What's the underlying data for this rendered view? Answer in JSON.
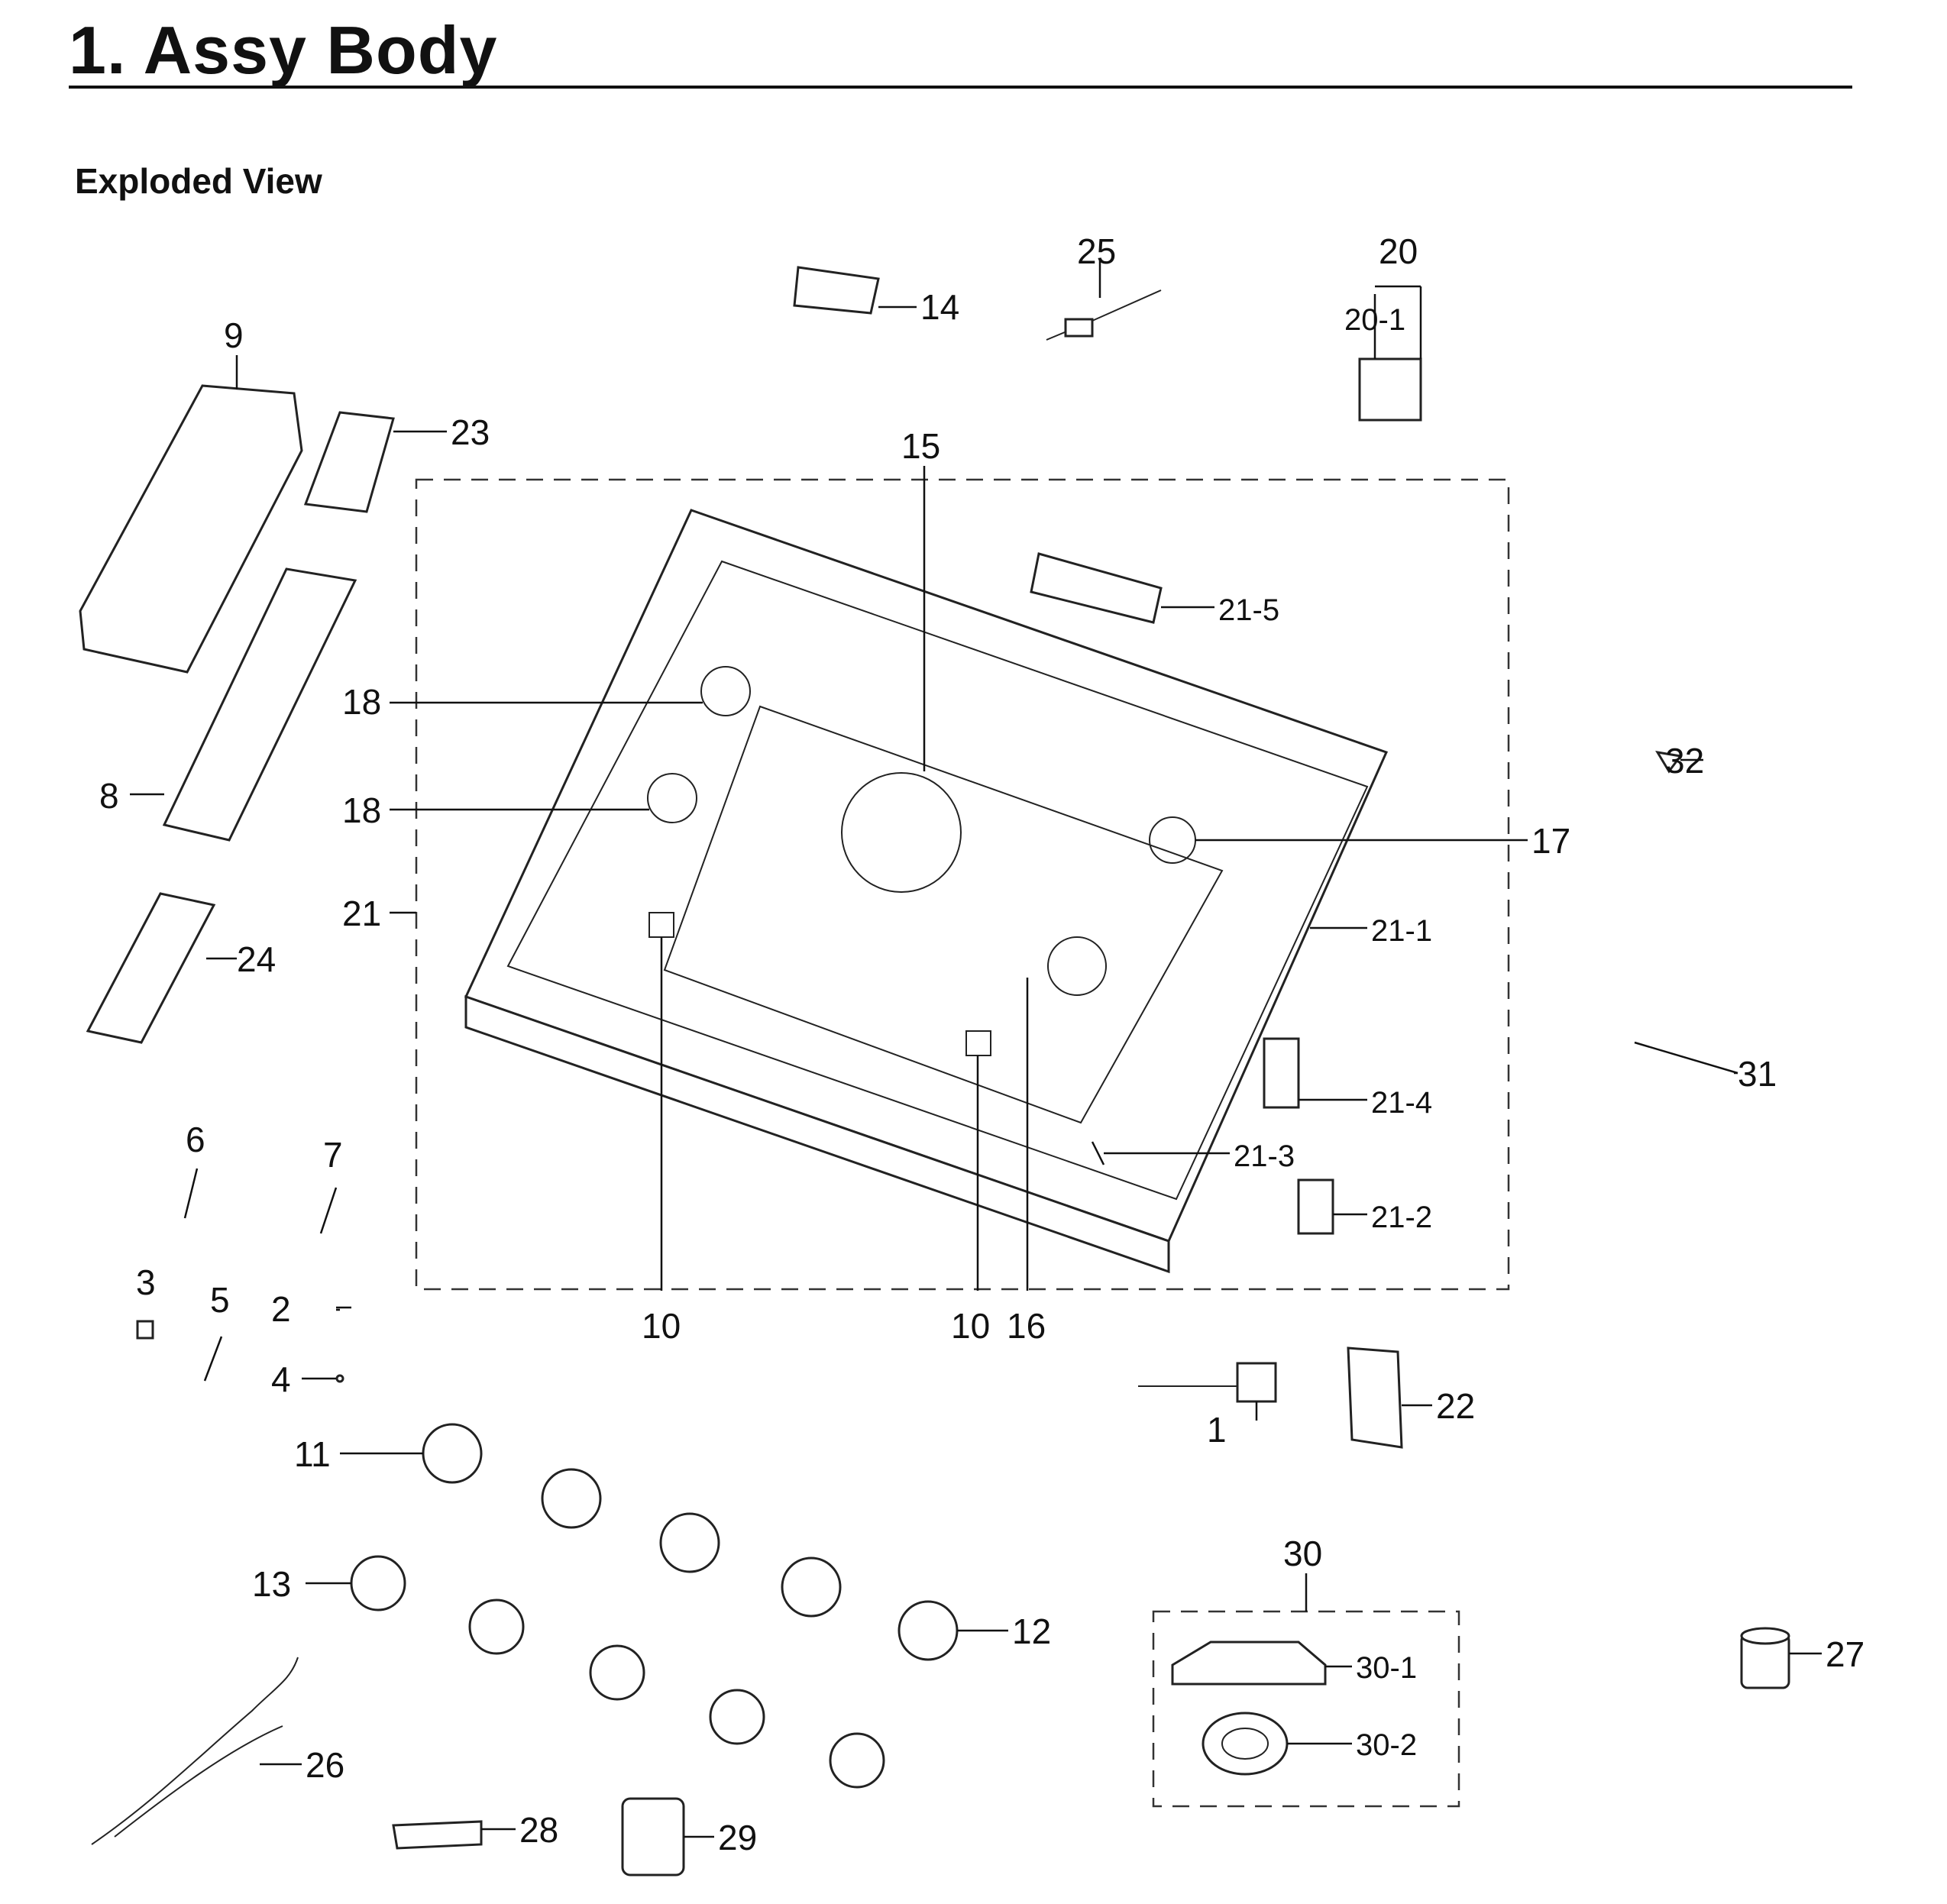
{
  "header": {
    "title": "1.  Assy Body",
    "subtitle": "Exploded View"
  },
  "callouts": {
    "p1": "1",
    "p2": "2",
    "p3": "3",
    "p4": "4",
    "p5": "5",
    "p6": "6",
    "p7": "7",
    "p8": "8",
    "p9": "9",
    "p10a": "10",
    "p10b": "10",
    "p11": "11",
    "p12": "12",
    "p13": "13",
    "p14": "14",
    "p15": "15",
    "p16": "16",
    "p17": "17",
    "p18a": "18",
    "p18b": "18",
    "p20": "20",
    "p20_1": "20-1",
    "p21": "21",
    "p21_1": "21-1",
    "p21_2": "21-2",
    "p21_3": "21-3",
    "p21_4": "21-4",
    "p21_5": "21-5",
    "p22": "22",
    "p23": "23",
    "p24": "24",
    "p25": "25",
    "p26": "26",
    "p27": "27",
    "p28": "28",
    "p29": "29",
    "p30": "30",
    "p30_1": "30-1",
    "p30_2": "30-2",
    "p31": "31",
    "p32": "32"
  }
}
